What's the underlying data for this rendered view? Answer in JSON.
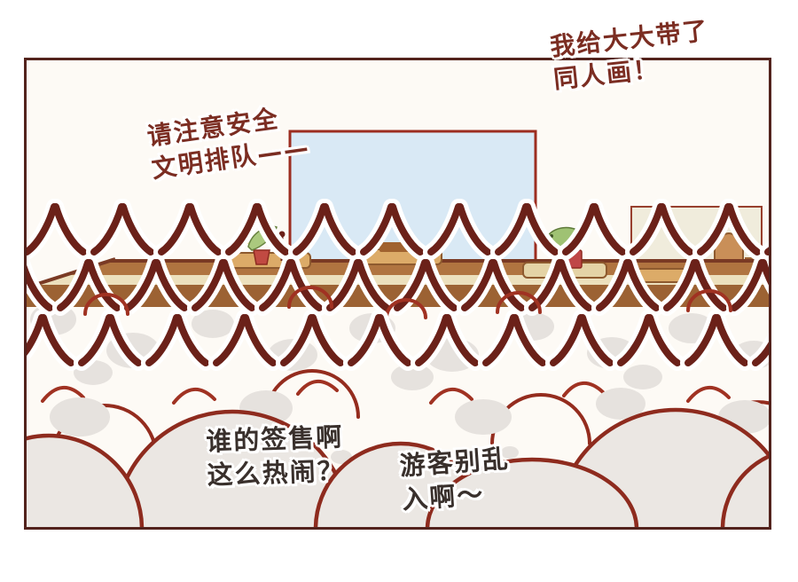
{
  "panel": {
    "kind": "comic-panel",
    "border_color": "#53231d",
    "background": "#fdfaf5"
  },
  "speech_bubbles": {
    "fan_gift": {
      "text": "我给大大带了\n同人画！",
      "color": "#7b2d22"
    },
    "safety_announcement": {
      "text": "请注意安全\n文明排队——",
      "color": "#7b2d22"
    },
    "onlooker_question": {
      "text": "谁的签售啊\n这么热闹？",
      "color": "#39302c"
    },
    "staff_warning": {
      "text": "游客别乱\n入啊～",
      "color": "#39302c"
    }
  },
  "scene": {
    "colors": {
      "crowd_line": "#6b2119",
      "head_arc": "#a03222",
      "mound_line": "#8e2b1e",
      "sky_backdrop_blue": "#d9e9f5",
      "signing_table_tan": "#dcab68",
      "stage_floor_brown": "#9c6233",
      "table_cream_strip": "#ece0bd",
      "board_cream": "#f0ecdc",
      "crowd_shadow_grey": "#e6e2de",
      "mascot_green": "#abc97e",
      "mascot_box_red": "#c14a42"
    }
  }
}
